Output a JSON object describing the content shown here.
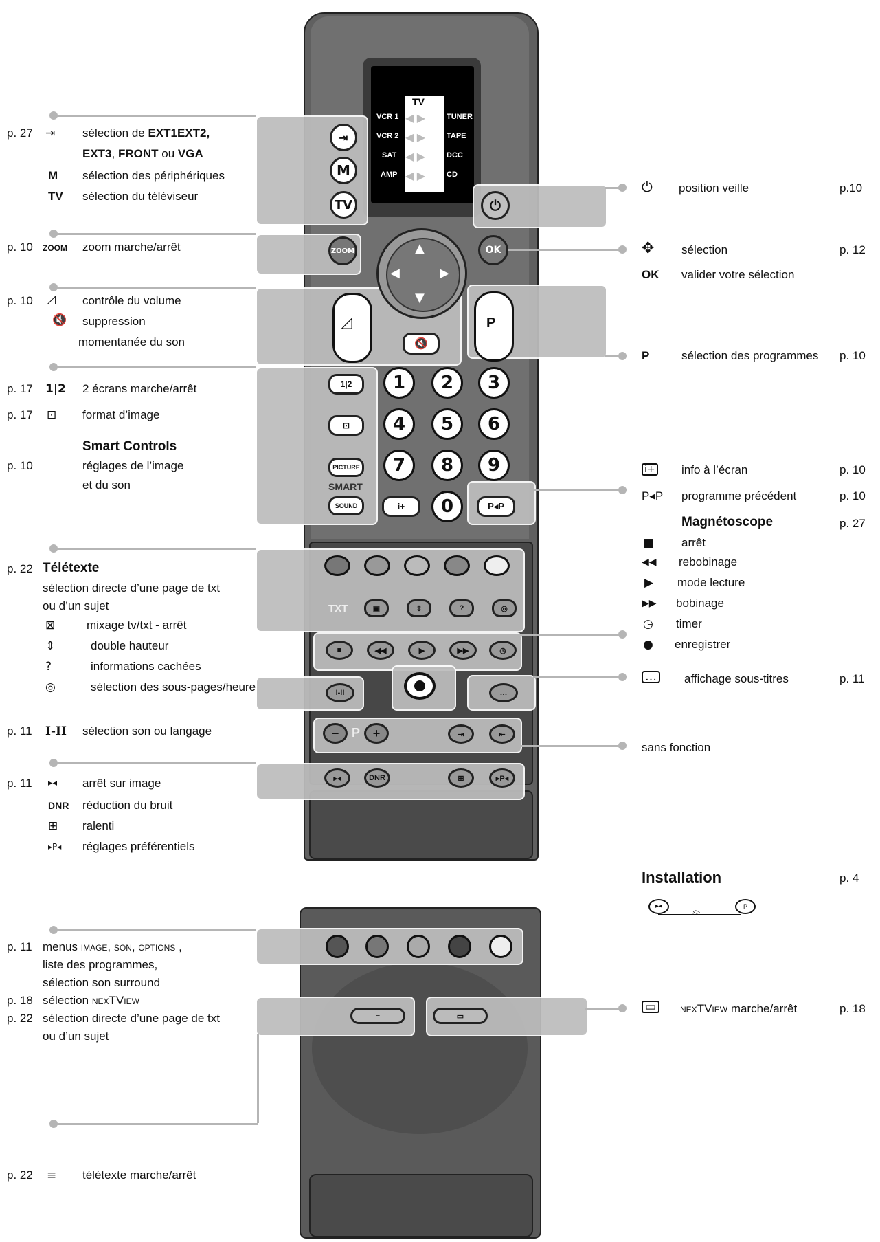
{
  "lcd": {
    "top": "TV",
    "left": [
      "VCR 1",
      "VCR 2",
      "SAT",
      "AMP"
    ],
    "right": [
      "TUNER",
      "TAPE",
      "DCC",
      "CD"
    ]
  },
  "remote_buttons": {
    "m": "M",
    "tv": "TV",
    "zoom": "ZOOM",
    "ok": "OK",
    "p": "P",
    "picture": "PICTURE",
    "smart": "SMART",
    "sound": "SOUND",
    "txt": "TXT",
    "dnr": "DNR",
    "pp": "P◂P",
    "i_ii": "I-II",
    "digits": [
      "1",
      "2",
      "3",
      "4",
      "5",
      "6",
      "7",
      "8",
      "9",
      "0"
    ]
  },
  "left": {
    "ext": {
      "page": "p. 27",
      "line1": "sélection de ",
      "ext1": "EXT1",
      ", ": ", ",
      "ext2": "EXT2,",
      "ext3": "EXT3",
      ",2": ", ",
      "front": "FRONT",
      "ou": " ou ",
      "vga": "VGA",
      "m_key": "M",
      "m_text": "sélection des périphériques",
      "tv_key": "TV",
      "tv_text": "sélection du téléviseur"
    },
    "zoom": {
      "page": "p. 10",
      "key": "zoom",
      "text": "zoom marche/arrêt"
    },
    "volume": {
      "page": "p. 10",
      "text": "contrôle du volume",
      "mute": "suppression",
      "mute2": "momentanée du son"
    },
    "dual": {
      "page": "p. 17",
      "text": "2 écrans marche/arrêt"
    },
    "format": {
      "page": "p. 17",
      "text": "format d’image"
    },
    "smart": {
      "title": "Smart Controls",
      "page": "p. 10",
      "text1": "réglages de l’image",
      "text2": "et du son"
    },
    "teletext": {
      "page": "p. 22",
      "title": "Télétexte",
      "text1": "sélection directe d’une page de txt",
      "text2": "ou d’un sujet",
      "mix": "mixage tv/txt - arrêt",
      "double": "double hauteur",
      "hidden": "informations cachées",
      "subpages": "sélection des sous-pages/heure"
    },
    "sound": {
      "page": "p. 11",
      "key": "I-II",
      "text": "sélection son ou langage"
    },
    "freeze": {
      "page": "p. 11",
      "text": "arrêt sur image",
      "dnr": "DNR",
      "dnr_text": "réduction du bruit",
      "slow": "ralenti",
      "pref": "réglages préférentiels"
    },
    "menus": {
      "page": "p. 11",
      "text1a": "menus ",
      "image": "image",
      ",": ", ",
      "son": "son",
      ",2": ", ",
      "options": "options",
      " ,": " ,",
      "text2": "liste des programmes,",
      "text3": "sélection son surround",
      "page2": "p. 18",
      "text4": "sélection ",
      "nex": "nex",
      "tv": "TV",
      "iew": "iew",
      "page3": "p. 22",
      "text5": "sélection directe d’une page de txt",
      "text6": "ou d’un sujet"
    },
    "ttx": {
      "page": "p. 22",
      "text": "télétexte marche/arrêt"
    }
  },
  "right": {
    "standby": {
      "text": "position veille",
      "page": "p.10"
    },
    "select": {
      "text": "sélection",
      "page": "p. 12",
      "ok": "OK",
      "ok_text": "valider votre sélection"
    },
    "prog": {
      "key": "P",
      "text": "sélection des programmes",
      "page": "p. 10"
    },
    "info": {
      "text": "info à l’écran",
      "page": "p. 10"
    },
    "prev": {
      "key": "P◂P",
      "text": "programme précédent",
      "page": "p. 10"
    },
    "vcr": {
      "title": "Magnétoscope",
      "page": "p. 27",
      "stop": "arrêt",
      "rew": "rebobinage",
      "play": "mode lecture",
      "ff": "bobinage",
      "timer": "timer",
      "rec": "enregistrer"
    },
    "subtitles": {
      "text": "affichage sous-titres",
      "page": "p. 11"
    },
    "none": {
      "text": "sans fonction"
    },
    "install": {
      "title": "Installation",
      "page": "p. 4"
    },
    "nextview": {
      "a": "nex",
      "b": "TV",
      "c": "iew",
      "d": " marche/arrêt",
      "page": "p. 18"
    }
  }
}
